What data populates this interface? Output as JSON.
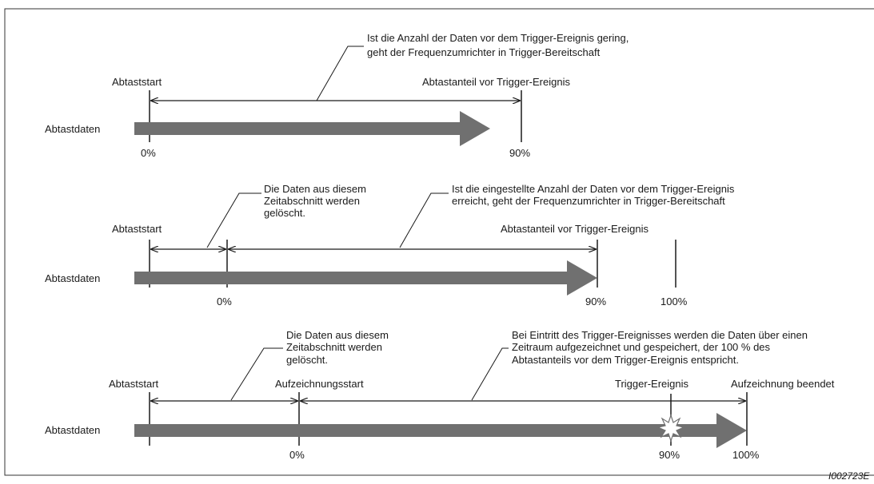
{
  "colors": {
    "arrow_fill": "#707070",
    "line": "#1a1a1a",
    "frame": "#333333"
  },
  "reference": "I002723E",
  "panels": [
    {
      "note": [
        "Ist die Anzahl der Daten vor dem Trigger-Ereignis gering,",
        "geht der Frequenzumrichter in Trigger-Bereitschaft"
      ],
      "row_label": "Abtastdaten",
      "label_start": "Abtaststart",
      "label_pre_trigger": "Abtastanteil vor Trigger-Ereignis",
      "tick_0": "0%",
      "tick_90": "90%"
    },
    {
      "note_deleted": [
        "Die Daten aus diesem",
        "Zeitabschnitt werden",
        "gelöscht."
      ],
      "note": [
        "Ist die eingestellte Anzahl der Daten vor dem Trigger-Ereignis",
        "erreicht, geht der Frequenzumrichter in Trigger-Bereitschaft"
      ],
      "row_label": "Abtastdaten",
      "label_start": "Abtaststart",
      "label_pre_trigger": "Abtastanteil vor Trigger-Ereignis",
      "tick_0": "0%",
      "tick_90": "90%",
      "tick_100": "100%"
    },
    {
      "note_deleted": [
        "Die Daten aus diesem",
        "Zeitabschnitt werden",
        "gelöscht."
      ],
      "note": [
        "Bei Eintritt des Trigger-Ereignisses werden die Daten über einen",
        "Zeitraum aufgezeichnet und gespeichert, der 100 % des",
        "Abtastanteils vor dem Trigger-Ereignis entspricht."
      ],
      "row_label": "Abtastdaten",
      "label_start": "Abtaststart",
      "label_record_start": "Aufzeichnungsstart",
      "label_trigger": "Trigger-Ereignis",
      "label_record_end": "Aufzeichnung beendet",
      "tick_0": "0%",
      "tick_90": "90%",
      "tick_100": "100%"
    }
  ]
}
